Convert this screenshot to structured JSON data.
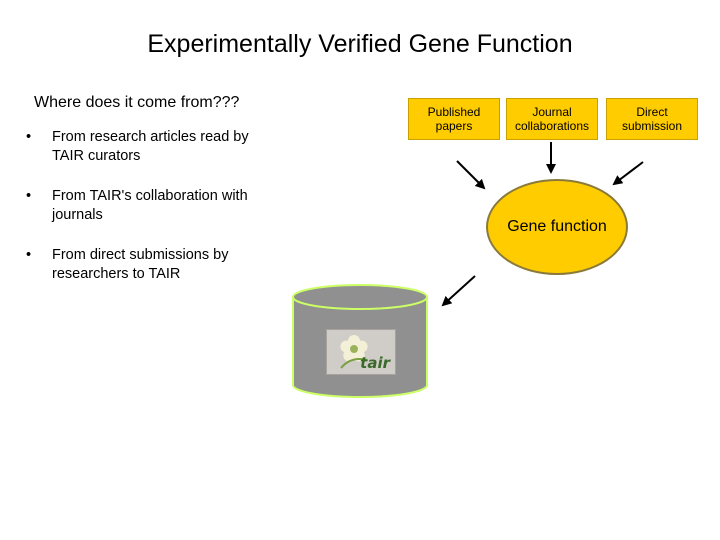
{
  "title": "Experimentally Verified Gene Function",
  "subtitle": "Where does it come from???",
  "bullets": [
    "From research articles read by TAIR curators",
    "From TAIR's collaboration with journals",
    "From direct submissions by researchers to TAIR"
  ],
  "bullet_symbol": "•",
  "sources": {
    "published_papers": "Published papers",
    "journal_collaborations": "Journal collaborations",
    "direct_submission": "Direct submission"
  },
  "gene_function_label": "Gene function",
  "database_logo_text": "tair",
  "colors": {
    "box_fill": "#ffcc00",
    "database_fill": "#909090",
    "database_outline": "#ccff66",
    "arrow": "#000000"
  }
}
